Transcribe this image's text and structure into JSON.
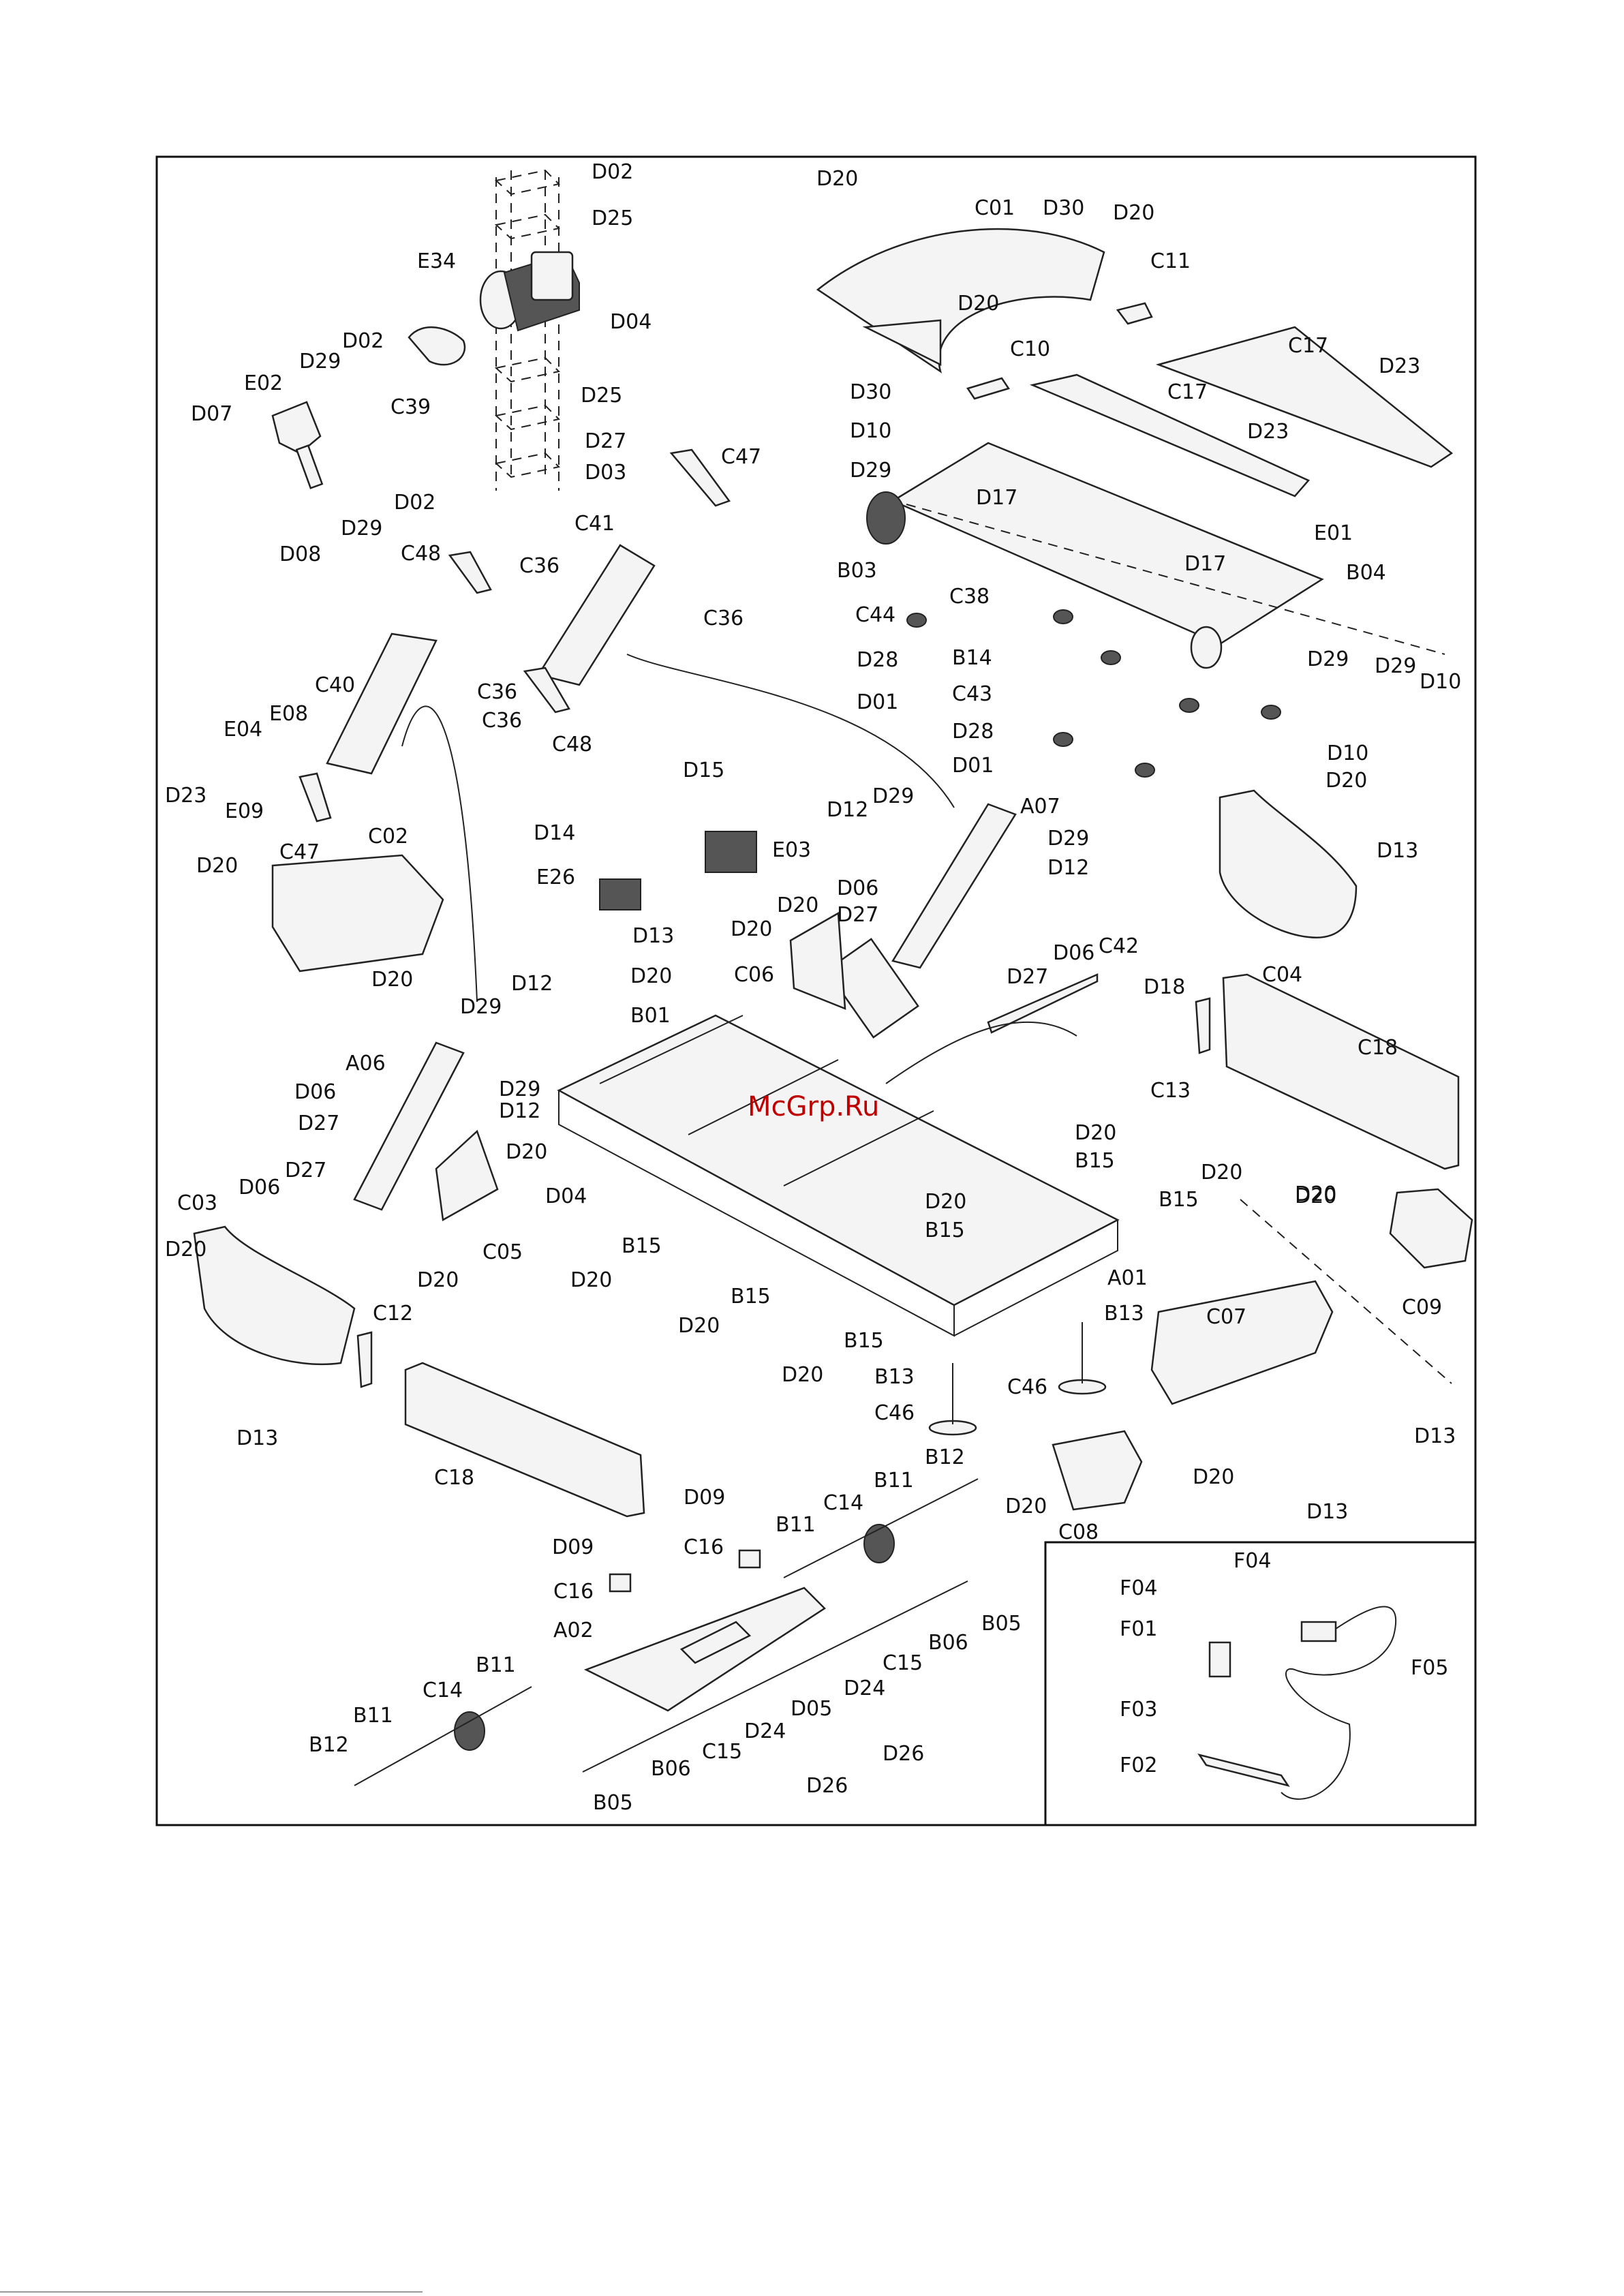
{
  "watermark": "McGrp.Ru",
  "labels": {
    "D02a": "D02",
    "D25a": "D25",
    "E34": "E34",
    "D04a": "D04",
    "D02b": "D02",
    "D29a": "D29",
    "E02": "E02",
    "D07": "D07",
    "C39": "C39",
    "D25b": "D25",
    "D27a": "D27",
    "D03": "D03",
    "D02c": "D02",
    "D29b": "D29",
    "D08": "D08",
    "C47a": "C47",
    "C41": "C41",
    "C48a": "C48",
    "C36a": "C36",
    "C36b": "C36",
    "C36c": "C36",
    "C36d": "C36",
    "C48b": "C48",
    "C40": "C40",
    "E04": "E04",
    "E08": "E08",
    "D23a": "D23",
    "E09": "E09",
    "C47b": "C47",
    "D20a": "D20",
    "C01": "C01",
    "D30a": "D30",
    "D20b": "D20",
    "C11": "C11",
    "D20c": "D20",
    "C10": "C10",
    "C17a": "C17",
    "D30b": "D30",
    "D10a": "D10",
    "C17b": "C17",
    "D23b": "D23",
    "D23c": "D23",
    "D29c": "D29",
    "D17a": "D17",
    "E01": "E01",
    "B03": "B03",
    "D17b": "D17",
    "B04": "B04",
    "C44": "C44",
    "C38": "C38",
    "D28a": "D28",
    "B14": "B14",
    "D29d": "D29",
    "D29e": "D29",
    "D10b": "D10",
    "D01a": "D01",
    "C43": "C43",
    "D28b": "D28",
    "D10c": "D10",
    "D01b": "D01",
    "D15": "D15",
    "E03": "E03",
    "D14": "D14",
    "E26": "E26",
    "D12a": "D12",
    "D29f": "D29",
    "A07": "A07",
    "D29g": "D29",
    "D12b": "D12",
    "D06a": "D06",
    "D27b": "D27",
    "D20d": "D20",
    "D13a": "D13",
    "D13b": "D13",
    "D20e": "D20",
    "D20f": "D20",
    "B01": "B01",
    "C06": "C06",
    "D06b": "D06",
    "D27c": "D27",
    "C42": "C42",
    "D18": "D18",
    "C04": "C04",
    "D20g": "D20",
    "C02": "C02",
    "D20h": "D20",
    "D29h": "D29",
    "D12c": "D12",
    "A06": "A06",
    "D06c": "D06",
    "D27d": "D27",
    "D29i": "D29",
    "D12d": "D12",
    "C13": "C13",
    "C18a": "C18",
    "D20i": "D20",
    "D20j": "D20",
    "B15a": "B15",
    "D20k": "D20",
    "B15b": "B15",
    "D20l": "D20",
    "C03": "C03",
    "D06d": "D06",
    "D27e": "D27",
    "D20m": "D20",
    "D04b": "D04",
    "C05": "C05",
    "D20n": "D20",
    "B15c": "B15",
    "B15d": "B15",
    "D20o": "D20",
    "C09": "C09",
    "D20p": "D20",
    "D20q": "D20",
    "B15e": "B15",
    "A01": "A01",
    "B13a": "B13",
    "C07": "C07",
    "C12": "C12",
    "D13c": "D13",
    "D20r": "D20",
    "B15f": "B15",
    "D20s": "D20",
    "B13b": "B13",
    "C46a": "C46",
    "C46b": "C46",
    "D13d": "D13",
    "C18b": "C18",
    "B12a": "B12",
    "D09a": "D09",
    "B11a": "B11",
    "C14a": "C14",
    "D20t": "D20",
    "D20u": "D20",
    "D13e": "D13",
    "C08": "C08",
    "C16a": "C16",
    "B11b": "B11",
    "D09b": "D09",
    "C16b": "C16",
    "A02": "A02",
    "B06a": "B06",
    "B05a": "B05",
    "C15a": "C15",
    "C14b": "C14",
    "B11c": "B11",
    "D05": "D05",
    "D24a": "D24",
    "D24b": "D24",
    "C15b": "C15",
    "D26a": "D26",
    "B11d": "B11",
    "B12b": "B12",
    "B06b": "B06",
    "D26b": "D26",
    "B05b": "B05",
    "F04a": "F04",
    "F04b": "F04",
    "F01": "F01",
    "F05": "F05",
    "F03": "F03",
    "F02": "F02"
  }
}
